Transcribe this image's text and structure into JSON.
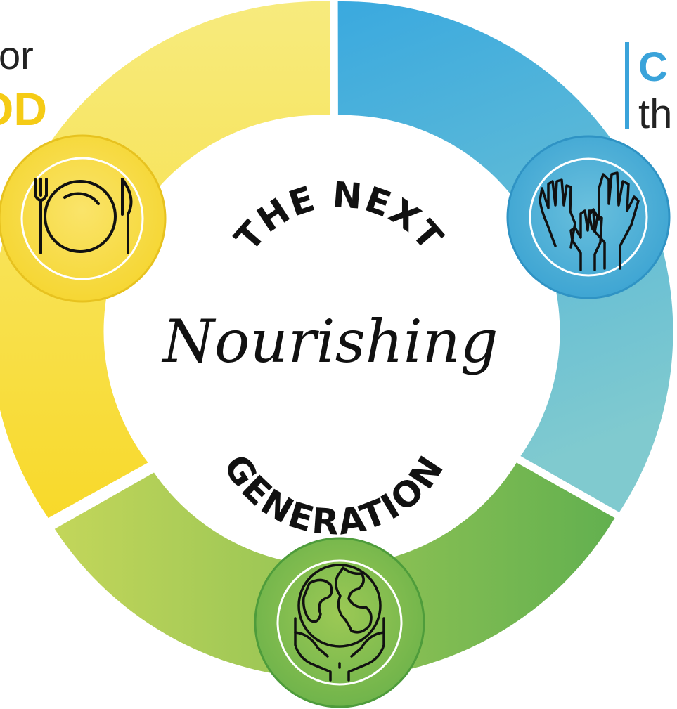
{
  "logo": {
    "top_text": "THE NEXT",
    "script_text": "Nourishing",
    "bottom_text": "GENERATION"
  },
  "left_label": {
    "line1": "or",
    "line2": "OD"
  },
  "right_label": {
    "line1": "C",
    "line2": "th"
  },
  "colors": {
    "yellow_light": "#F7EB7E",
    "yellow_dark": "#F8D92A",
    "blue_light": "#3AA9DF",
    "blue_dark": "#80CACF",
    "green_light": "#C3D65A",
    "green_dark": "#62B04F",
    "left_label_line1": "#222222",
    "left_label_line2": "#F5CB15",
    "right_label_line1": "#3AA3DA",
    "right_label_line2": "#222222"
  },
  "icons": [
    "plate-cutlery-icon",
    "raised-hands-icon",
    "globe-in-hands-icon"
  ]
}
